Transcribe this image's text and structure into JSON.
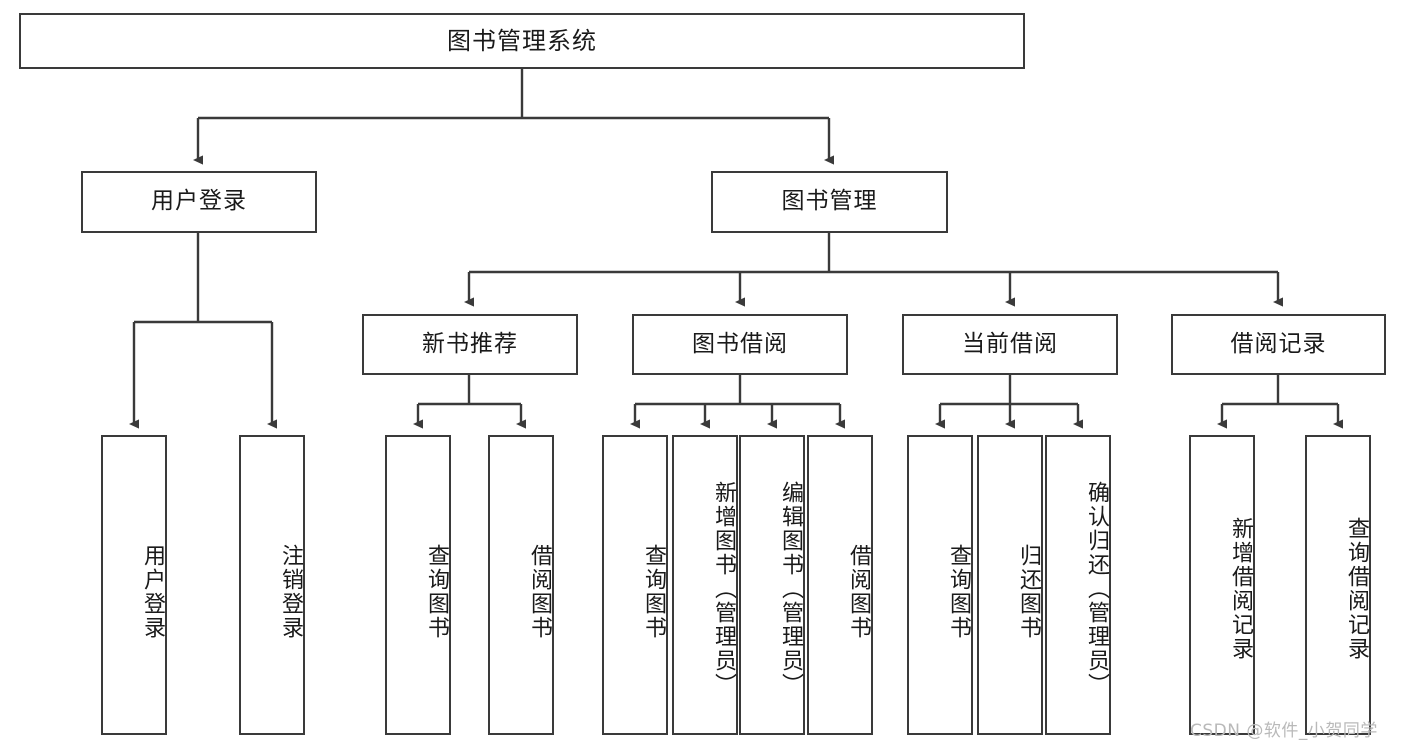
{
  "diagram": {
    "title": "图书管理系统",
    "type": "hierarchy-tree",
    "root": {
      "label": "图书管理系统"
    },
    "level2": [
      {
        "label": "用户登录"
      },
      {
        "label": "图书管理"
      }
    ],
    "level3": [
      {
        "label": "新书推荐"
      },
      {
        "label": "图书借阅"
      },
      {
        "label": "当前借阅"
      },
      {
        "label": "借阅记录"
      }
    ],
    "leaves": {
      "user_login": [
        {
          "label": "用户登录"
        },
        {
          "label": "注销登录"
        }
      ],
      "new_book": [
        {
          "label": "查询图书"
        },
        {
          "label": "借阅图书"
        }
      ],
      "book_borrow": [
        {
          "label": "查询图书"
        },
        {
          "label": "新增图书（管理员）"
        },
        {
          "label": "编辑图书（管理员）"
        },
        {
          "label": "借阅图书"
        }
      ],
      "current_borrow": [
        {
          "label": "查询图书"
        },
        {
          "label": "归还图书"
        },
        {
          "label": "确认归还（管理员）"
        }
      ],
      "borrow_record": [
        {
          "label": "新增借阅记录"
        },
        {
          "label": "查询借阅记录"
        }
      ]
    }
  },
  "watermark": {
    "text": "CSDN @软件_小贺同学"
  },
  "colors": {
    "border": "#3a3a3a",
    "background": "#ffffff",
    "text": "#1a1a1a",
    "watermark": "#b9b9b9"
  }
}
